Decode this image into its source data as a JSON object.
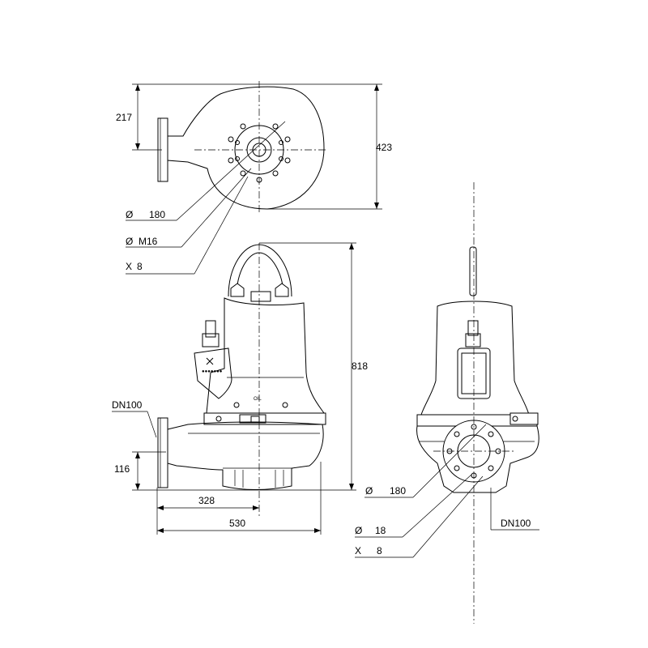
{
  "top_view": {
    "dim_height_left": "217",
    "dim_height_right": "423",
    "flange_diameter": "180",
    "bolt_thread": "M16",
    "bolt_count": "8",
    "diameter_symbol": "Ø",
    "count_symbol": "X"
  },
  "front_view": {
    "outlet_label": "DN100",
    "dim_outlet_height": "116",
    "dim_total_height": "818",
    "dim_to_center": "328",
    "dim_total_width": "530",
    "oil_mark": "OIL"
  },
  "side_view": {
    "flange_diameter": "180",
    "bolt_hole_diameter": "18",
    "bolt_count": "8",
    "outlet_label": "DN100",
    "diameter_symbol": "Ø",
    "count_symbol": "X"
  }
}
